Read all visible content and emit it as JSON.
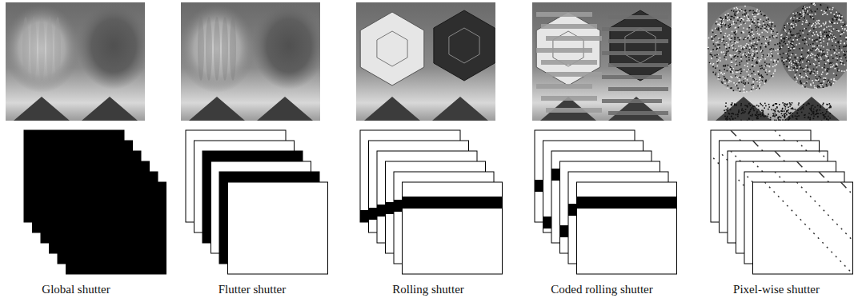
{
  "diagram": {
    "labels": [
      "Global shutter",
      "Flutter shutter",
      "Rolling shutter",
      "Coded rolling shutter",
      "Pixel-wise shutter"
    ]
  }
}
